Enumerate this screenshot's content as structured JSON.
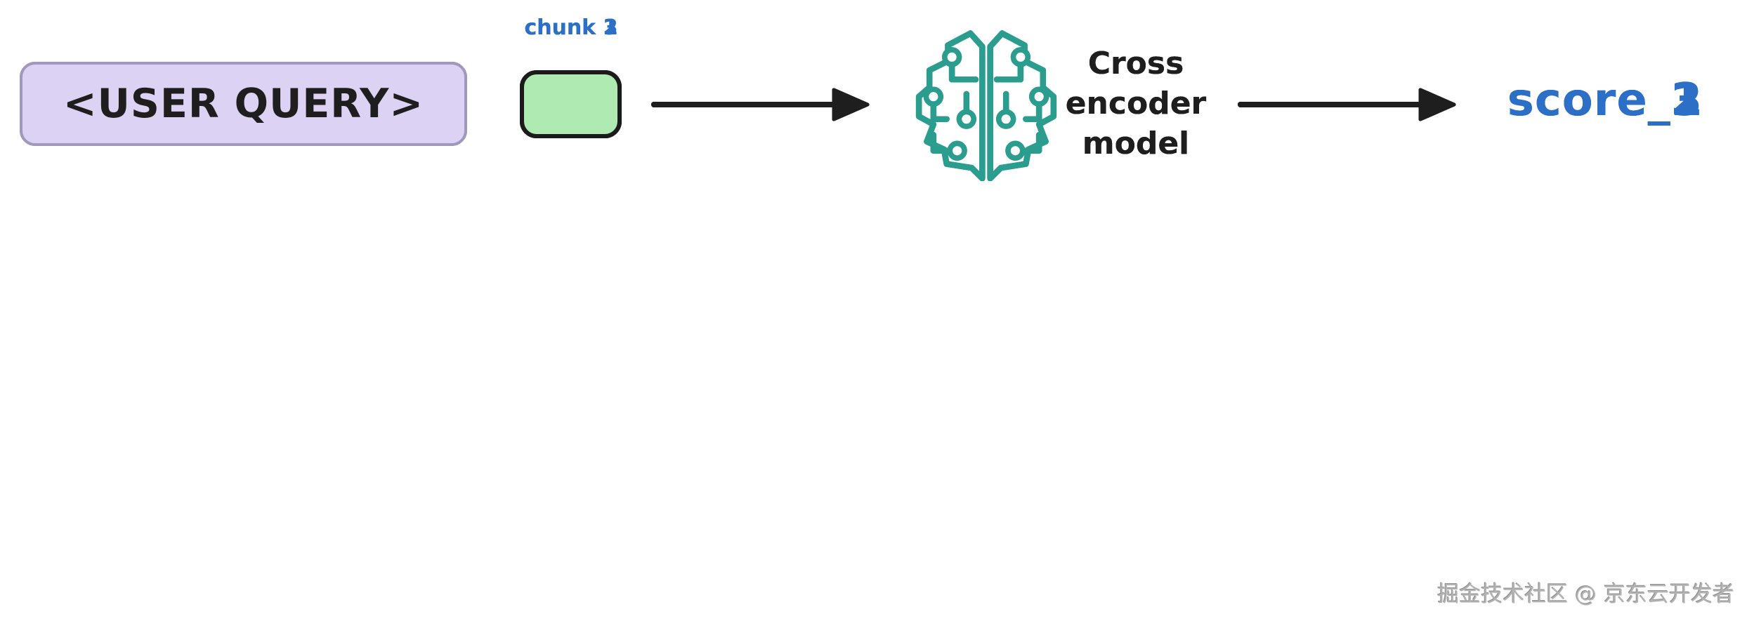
{
  "palette": {
    "purple_fill": "#dcd2f4",
    "purple_border": "#a099bd",
    "green_fill": "#aeeab2",
    "green_border": "#1b1b1b",
    "teal": "#2a9d8f",
    "blue": "#2b70c6",
    "ink": "#1e1e1e",
    "watermark_gray": "#b3b3b3"
  },
  "icons": {
    "model_icon": "brain-circuit-icon",
    "flow_icon": "arrow-right-icon"
  },
  "rows": [
    {
      "query_label": "<USER QUERY>",
      "chunk_label": "chunk 1",
      "model_lines": [
        "Cross",
        "encoder",
        "model"
      ],
      "score_label": "score_1"
    },
    {
      "query_label": "<USER QUERY>",
      "chunk_label": "chunk 2",
      "model_lines": [
        "Cross",
        "encoder",
        "model"
      ],
      "score_label": "score_2"
    },
    {
      "query_label": "<USER QUERY>",
      "chunk_label": "chunk 3",
      "model_lines": [
        "Cross",
        "encoder",
        "model"
      ],
      "score_label": "score_3"
    }
  ],
  "watermark": "掘金技术社区 @ 京东云开发者"
}
